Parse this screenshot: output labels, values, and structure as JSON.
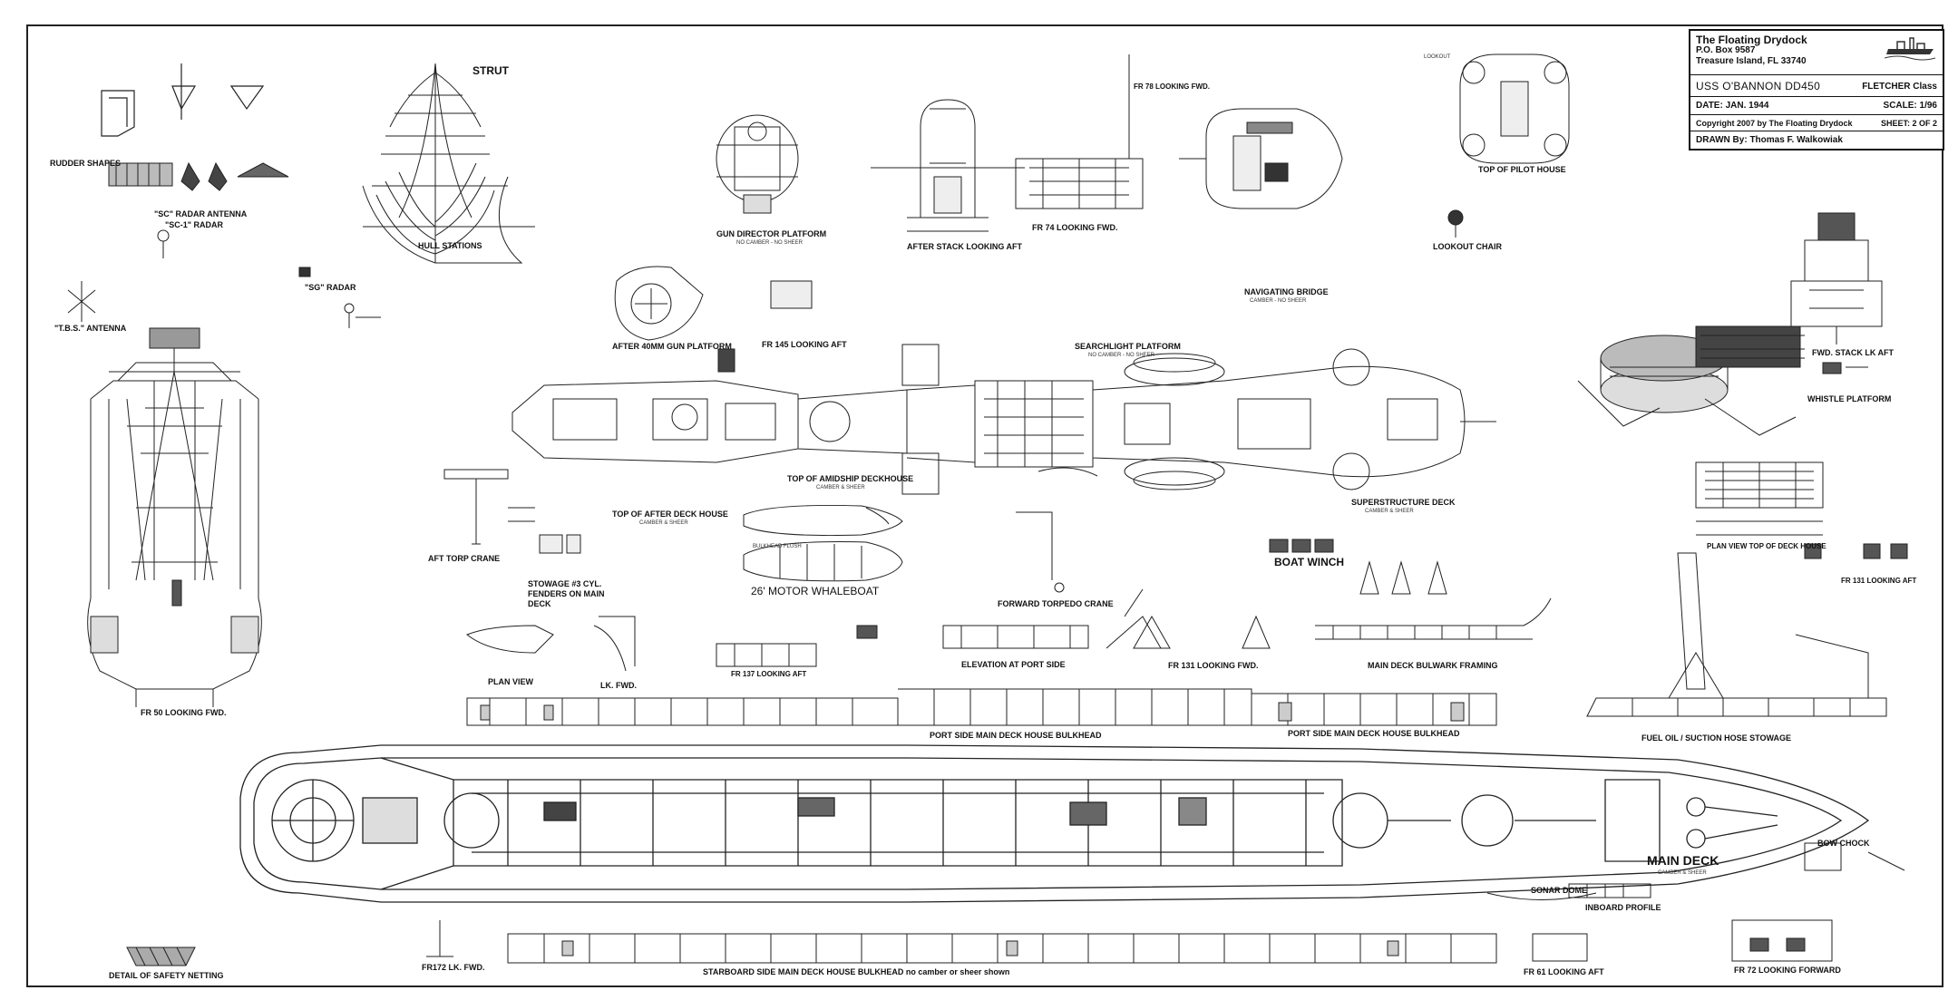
{
  "title_block": {
    "publisher": "The Floating Drydock",
    "address_1": "P.O. Box 9587",
    "address_2": "Treasure Island,  FL  33740",
    "ship": "USS O'BANNON  DD450",
    "ship_class": "FLETCHER Class",
    "date": "DATE:  JAN. 1944",
    "scale": "SCALE:  1/96",
    "copyright": "Copyright 2007 by The Floating Drydock",
    "sheet": "SHEET:  2 OF 2",
    "drawn_by": "DRAWN By:  Thomas F. Walkowiak"
  },
  "views": {
    "rudder_shapes": "RUDDER SHAPES",
    "sc_radar_antenna": "\"SC\" RADAR ANTENNA",
    "sc1_radar": "\"SC-1\" RADAR",
    "sg_radar": "\"SG\" RADAR",
    "tbs_antenna": "\"T.B.S.\" ANTENNA",
    "fr50_looking_fwd": "FR 50 LOOKING FWD.",
    "strut": "STRUT",
    "hull_stations": "HULL STATIONS",
    "gun_director_platform": "GUN DIRECTOR PLATFORM",
    "after_stack_looking_aft": "AFTER STACK LOOKING AFT",
    "fr74_looking_fwd": "FR 74 LOOKING FWD.",
    "fr78_looking_fwd": "FR 78 LOOKING FWD.",
    "navigating_bridge": "NAVIGATING BRIDGE",
    "top_of_pilot_house": "TOP OF PILOT HOUSE",
    "lookout_chair": "LOOKOUT CHAIR",
    "fwd_stack_lk_aft": "FWD. STACK LK AFT",
    "whistle_platform": "WHISTLE PLATFORM",
    "after_40mm_gun_platform": "AFTER 40MM GUN PLATFORM",
    "fr145_looking_aft": "FR 145 LOOKING AFT",
    "searchlight_platform": "SEARCHLIGHT PLATFORM",
    "top_of_amidship_deckhouse": "TOP OF AMIDSHIP DECKHOUSE",
    "top_of_after_deck_house": "TOP OF AFTER DECK HOUSE",
    "superstructure_deck": "SUPERSTRUCTURE DECK",
    "aft_torp_crane": "AFT TORP CRANE",
    "stowage_3_cyl": "STOWAGE #3 CYL.",
    "fenders_on_main_deck_1": "FENDERS ON MAIN",
    "fenders_on_main_deck_2": "DECK",
    "motor_whaleboat": "26' MOTOR WHALEBOAT",
    "boat_winch": "BOAT WINCH",
    "plan_view_top_of_deck_house": "PLAN VIEW TOP OF DECK HOUSE",
    "fr131_looking_aft": "FR 131 LOOKING AFT",
    "forward_torpedo_crane": "FORWARD TORPEDO CRANE",
    "elevation_at_port_side": "ELEVATION AT PORT SIDE",
    "fr131_looking_fwd": "FR 131 LOOKING FWD.",
    "main_deck_bulwark_framing": "MAIN DECK BULWARK FRAMING",
    "plan_view": "PLAN VIEW",
    "lk_fwd": "LK. FWD.",
    "fr137_looking_aft": "FR 137 LOOKING AFT",
    "port_side_main_deck_house_bulkhead_1": "PORT SIDE MAIN DECK HOUSE BULKHEAD",
    "port_side_main_deck_house_bulkhead_2": "PORT SIDE MAIN DECK HOUSE BULKHEAD",
    "fuel_oil_suction_hose_stowage": "FUEL OIL / SUCTION HOSE  STOWAGE",
    "main_deck": "MAIN DECK",
    "bow_chock": "BOW CHOCK",
    "sonar_dome": "SONAR DOME",
    "inboard_profile": "INBOARD PROFILE",
    "detail_of_safety_netting": "DETAIL OF SAFETY NETTING",
    "fr172_lk_fwd": "FR172  LK. FWD.",
    "starboard_side_bulkhead": "STARBOARD SIDE MAIN DECK HOUSE BULKHEAD no camber or sheer shown",
    "fr61_looking_aft": "FR 61 LOOKING AFT",
    "fr72_looking_forward": "FR 72 LOOKING FORWARD"
  },
  "callouts": {
    "main_deck_sub": "CAMBER & SHEER",
    "superstructure_sub": "CAMBER & SHEER",
    "searchlight_sub": "NO CAMBER - NO SHEER",
    "amidship_sub": "CAMBER & SHEER",
    "after_deck_sub": "CAMBER & SHEER",
    "gun_director_sub": "NO CAMBER - NO SHEER",
    "navigating_bridge_sub": "CAMBER - NO SHEER",
    "whaleboat_plate": "BULKHEAD FLUSH",
    "lookout": "LOOKOUT"
  }
}
